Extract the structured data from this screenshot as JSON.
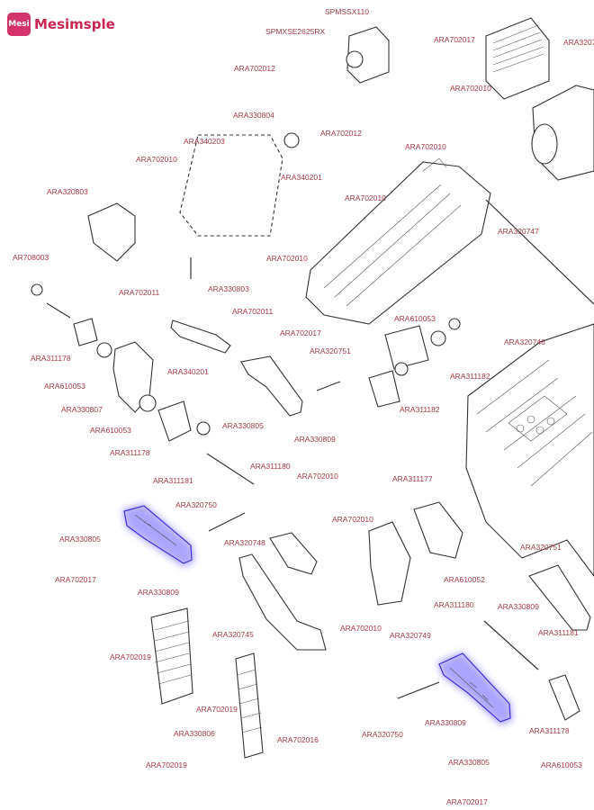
{
  "brand": {
    "name": "Mesimsple",
    "logo_text": "Mesi"
  },
  "labels": [
    "SPMSSX110",
    "SPMXSE2625RX",
    "ARA702017",
    "ARA702012",
    "ARA330804",
    "ARA702012",
    "ARA702010",
    "ARA340203",
    "ARA702010",
    "ARA702010",
    "ARA340201",
    "ARA320803",
    "ARA702010",
    "ARA702010",
    "ARA320747",
    "AR708003",
    "ARA702011",
    "ARA330803",
    "ARA702011",
    "ARA702017",
    "ARA311178",
    "ARA610053",
    "ARA340201",
    "ARA320751",
    "ARA610053",
    "ARA311182",
    "ARA320746",
    "ARA330807",
    "ARA330805",
    "ARA311182",
    "ARA610053",
    "ARA330809",
    "ARA311178",
    "ARA311181",
    "ARA311180",
    "ARA702010",
    "ARA311177",
    "ARA320750",
    "ARA702010",
    "ARA320751",
    "ARA330805",
    "ARA320748",
    "ARA702017",
    "ARA330809",
    "ARA610052",
    "ARA330809",
    "ARA311180",
    "ARA320745",
    "ARA702010",
    "ARA320749",
    "ARA311181",
    "ARA702019",
    "ARA702019",
    "ARA320750",
    "ARA330809",
    "ARA311178",
    "ARA330806",
    "ARA702016",
    "ARA330805",
    "ARA610053",
    "ARA702019",
    "ARA702017",
    "ARA3207"
  ]
}
